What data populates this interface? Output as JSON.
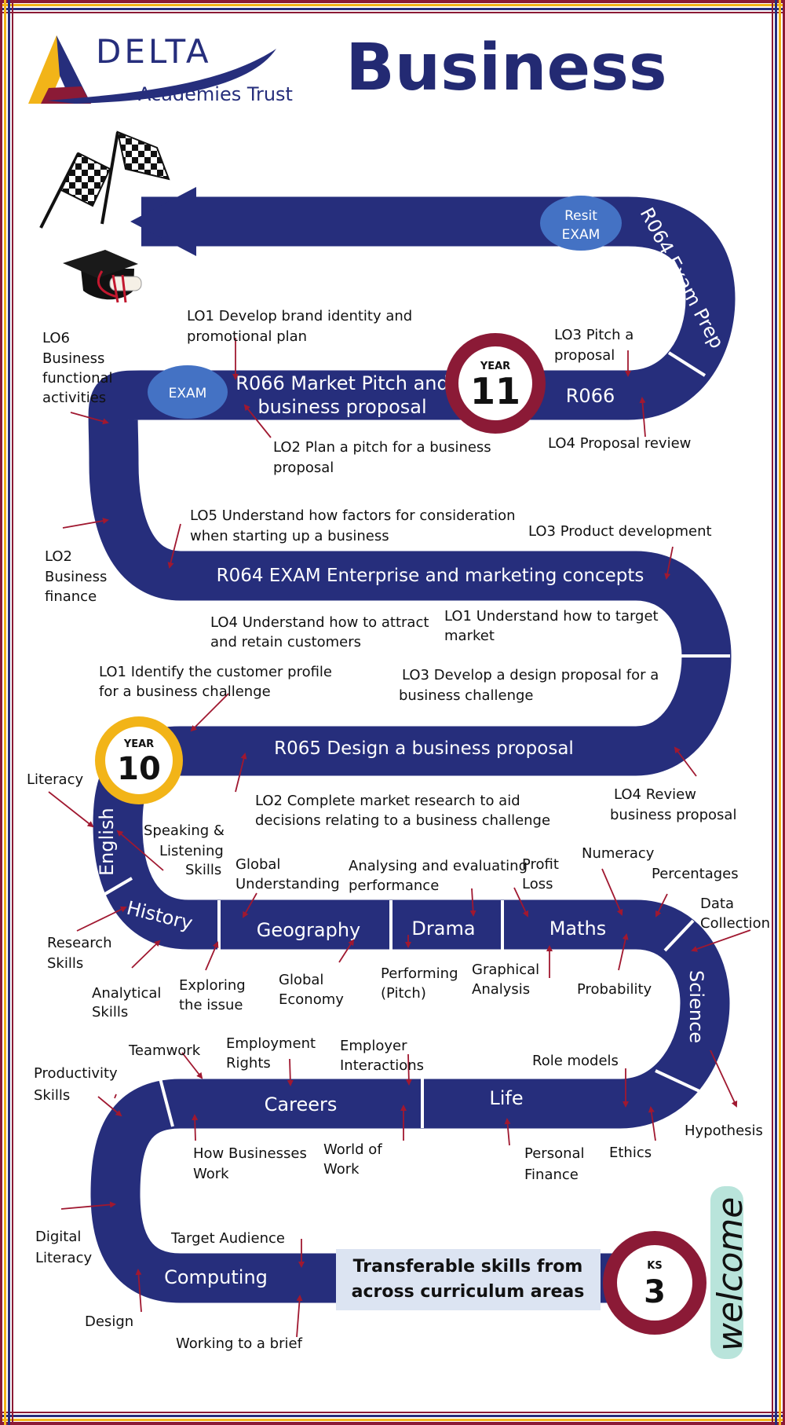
{
  "logo": {
    "line1": "DELTA",
    "line2": "Academies Trust"
  },
  "title": "Business",
  "milestones": {
    "ks3": {
      "top": "KS",
      "num": "3"
    },
    "year10": {
      "top": "YEAR",
      "num": "10"
    },
    "year11": {
      "top": "YEAR",
      "num": "11"
    }
  },
  "badges": {
    "resit_line1": "Resit",
    "resit_line2": "EXAM",
    "exam": "EXAM"
  },
  "segments": {
    "r064_prep": "R064 Exam Prep",
    "r066_line1": "R066 Market Pitch and",
    "r066_line2": "business proposal",
    "r066_short": "R066",
    "r064_exam": "R064 EXAM Enterprise and marketing concepts",
    "r065": "R065 Design a business proposal",
    "english": "English",
    "history": "History",
    "geography": "Geography",
    "drama": "Drama",
    "maths": "Maths",
    "science": "Science",
    "careers": "Careers",
    "life": "Life",
    "computing": "Computing"
  },
  "transferable": {
    "line1": "Transferable skills from",
    "line2": "across curriculum areas"
  },
  "welcome": "welcome",
  "labels": {
    "lo1_brand_1": "LO1 Develop brand identity and",
    "lo1_brand_2": "promotional plan",
    "lo3_pitch_1": "LO3 Pitch a",
    "lo3_pitch_2": "proposal",
    "lo6_1": "LO6",
    "lo6_2": "Business",
    "lo6_3": "functional",
    "lo6_4": "activities",
    "lo2_plan_1": "LO2 Plan a pitch for a business",
    "lo2_plan_2": "proposal",
    "lo4_review": "LO4 Proposal review",
    "lo5_1": "LO5 Understand how factors for consideration",
    "lo5_2": "when starting up  a business",
    "lo3_product": "LO3 Product development",
    "lo2_fin_1": "LO2",
    "lo2_fin_2": "Business",
    "lo2_fin_3": "finance",
    "lo4_attract_1": "LO4 Understand how to attract",
    "lo4_attract_2": "and retain customers",
    "lo1_target_1": "LO1 Understand how to target",
    "lo1_target_2": "market",
    "lo1_identify_1": "LO1 Identify the customer profile",
    "lo1_identify_2": "for a business challenge",
    "lo3_design_1": "LO3 Develop a design proposal for a",
    "lo3_design_2": "business challenge",
    "literacy": "Literacy",
    "lo4_rev_1": "LO4 Review",
    "lo4_rev_2": "business proposal",
    "lo2_research_1": "LO2 Complete market research to aid",
    "lo2_research_2": "decisions relating to a business challenge",
    "speak_1": "Speaking &",
    "speak_2": "Listening",
    "speak_3": "Skills",
    "global_und_1": "Global",
    "global_und_2": "Understanding",
    "analysing_1": "Analysing and evaluating",
    "analysing_2": "performance",
    "profit": "Profit",
    "loss": "Loss",
    "numeracy": "Numeracy",
    "percentages": "Percentages",
    "data_coll_1": "Data",
    "data_coll_2": "Collection",
    "research_1": "Research",
    "research_2": "Skills",
    "analytical_1": "Analytical",
    "analytical_2": "Skills",
    "exploring_1": "Exploring",
    "exploring_2": "the issue",
    "global_econ_1": "Global",
    "global_econ_2": "Economy",
    "performing_1": "Performing",
    "performing_2": "(Pitch)",
    "graphical_1": "Graphical",
    "graphical_2": "Analysis",
    "probability": "Probability",
    "teamwork": "Teamwork",
    "employment_1": "Employment",
    "employment_2": "Rights",
    "employer_1": "Employer",
    "employer_2": "Interactions",
    "role_models": "Role models",
    "productivity_1": "Productivity",
    "productivity_2": "Skills",
    "hypothesis": "Hypothesis",
    "how_bus_1": "How Businesses",
    "how_bus_2": "Work",
    "world_1": "World of",
    "world_2": "Work",
    "personal_1": "Personal",
    "personal_2": "Finance",
    "ethics": "Ethics",
    "digital_1": "Digital",
    "digital_2": "Literacy",
    "target_aud": "Target Audience",
    "design": "Design",
    "brief": "Working to a brief"
  },
  "colors": {
    "road": "#262e7c",
    "title": "#232a73",
    "maroon": "#8b1a36",
    "gold": "#f2b418",
    "badge": "#4472c4",
    "arrow": "#a01830",
    "panel": "#dce4f2"
  }
}
